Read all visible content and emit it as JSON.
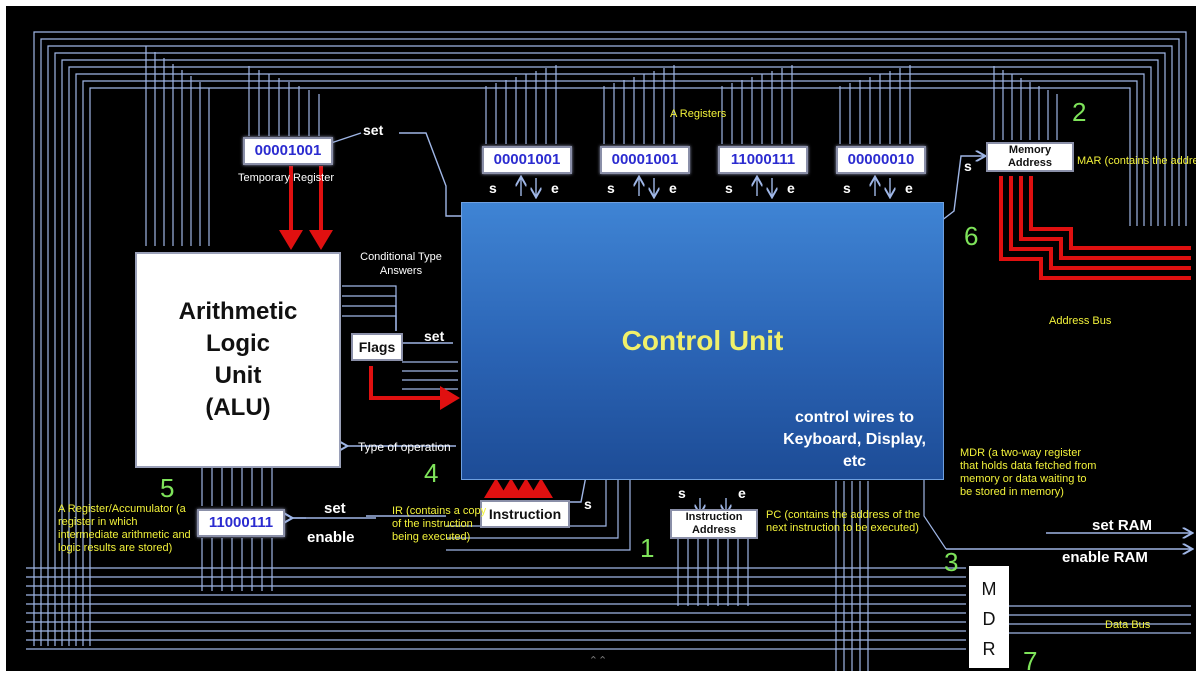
{
  "colors": {
    "background": "#000000",
    "wire": "#9fb6e6",
    "control_unit": "#2f6cc0",
    "red_bus": "#e01010",
    "label_yellow": "#f2f23a",
    "number_green": "#7ee35a"
  },
  "cpu": {
    "control_unit": {
      "title": "Control Unit",
      "wires_label": "control wires to Keyboard, Display, etc"
    },
    "alu": {
      "line1": "Arithmetic",
      "line2": "Logic",
      "line3": "Unit",
      "line4": "(ALU)"
    },
    "temp_register": {
      "value": "00001001",
      "caption": "Temporary Register",
      "set": "set"
    },
    "a_registers": {
      "caption": "A Registers",
      "values": [
        "00001001",
        "00001001",
        "11000111",
        "00000010"
      ],
      "s": "s",
      "e": "e"
    },
    "flags": {
      "label": "Flags",
      "set": "set",
      "caption": "Conditional Type Answers"
    },
    "type_of_operation": "Type of operation",
    "accumulator": {
      "value": "11000111",
      "set": "set",
      "enable": "enable",
      "caption": "A Register/Accumulator (a register in which intermediate arithmetic and logic results are stored)"
    },
    "instruction_register": {
      "label": "Instruction",
      "s": "s",
      "caption": "IR (contains a copy of the instruction being executed)"
    },
    "instruction_address": {
      "line1": "Instruction",
      "line2": "Address",
      "s": "s",
      "e": "e",
      "caption": "PC (contains the address of the next instruction to be executed)"
    },
    "memory_address": {
      "line1": "Memory",
      "line2": "Address",
      "s": "s",
      "caption": "MAR (contains the address in main mem that is currently being or written)"
    },
    "address_bus": "Address Bus",
    "mdr": {
      "letters": [
        "M",
        "D",
        "R"
      ],
      "caption": "MDR (a two-way register that holds data fetched from memory or data waiting to be stored in memory)"
    },
    "set_ram": "set RAM",
    "enable_ram": "enable RAM",
    "data_bus": "Data Bus",
    "step_numbers": [
      "1",
      "2",
      "3",
      "4",
      "5",
      "6",
      "7"
    ],
    "scroll_glyph": "⌃⌃"
  }
}
